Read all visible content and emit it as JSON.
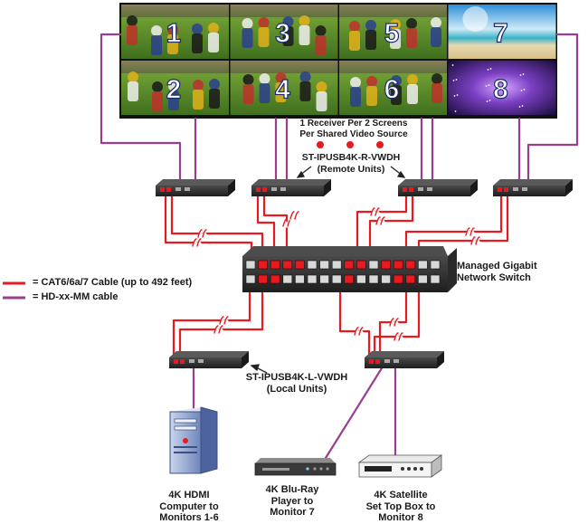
{
  "screens": [
    {
      "number": "1",
      "kind": "football"
    },
    {
      "number": "3",
      "kind": "football"
    },
    {
      "number": "5",
      "kind": "football"
    },
    {
      "number": "7",
      "kind": "beach"
    },
    {
      "number": "2",
      "kind": "football"
    },
    {
      "number": "4",
      "kind": "football"
    },
    {
      "number": "6",
      "kind": "football"
    },
    {
      "number": "8",
      "kind": "space"
    }
  ],
  "receiver_note": "1 Receiver Per 2 Screens\nPer Shared Video Source",
  "remote_units": "ST-IPUSB4K-R-VWDH\n(Remote Units)",
  "local_units": "ST-IPUSB4K-L-VWDH\n(Local Units)",
  "switch_label": "Managed Gigabit\nNetwork Switch",
  "legend": {
    "cat6": "= CAT6/6a/7 Cable (up to 492 feet)",
    "hdmi": "= HD-xx-MM cable"
  },
  "sources": {
    "computer": "4K HDMI\nComputer to\nMonitors 1-6",
    "bluray": "4K Blu-Ray\nPlayer to\nMonitor 7",
    "satellite": "4K Satellite\nSet Top Box to\nMonitor 8"
  },
  "colors": {
    "cat_cable": "#e8191f",
    "hdmi_cable": "#9b3d8f",
    "box": "#2e2e2e",
    "dot": "#e8191f"
  }
}
